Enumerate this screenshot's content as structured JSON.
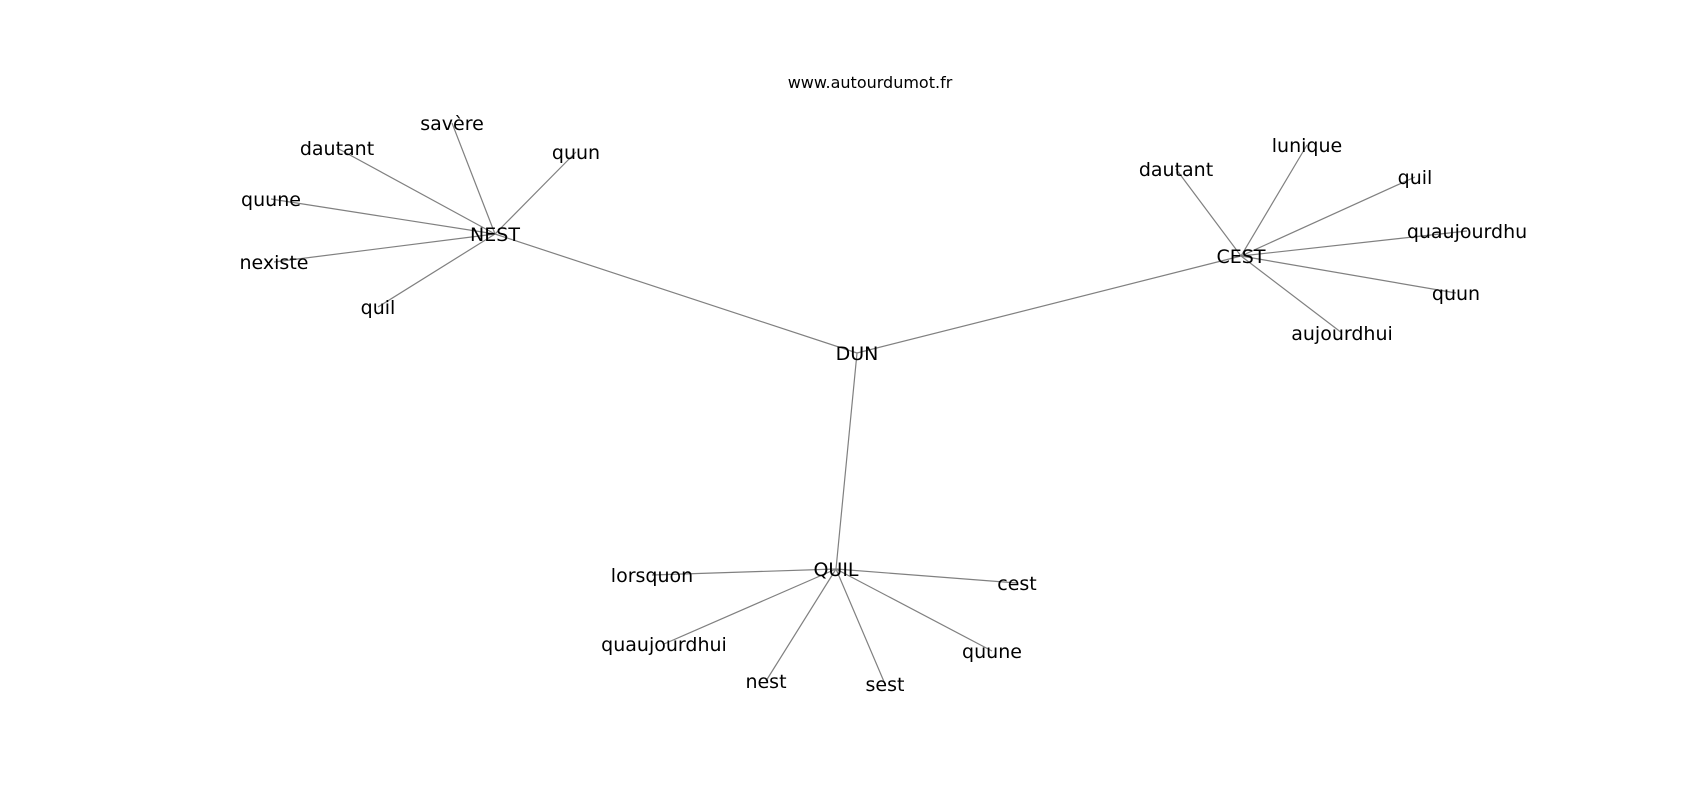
{
  "watermark": "www.autourdumot.fr",
  "graph": {
    "root": "DUN",
    "hubs": [
      {
        "label": "NEST",
        "leaves": [
          "savère",
          "dautant",
          "quun",
          "quune",
          "nexiste",
          "quil"
        ]
      },
      {
        "label": "CEST",
        "leaves": [
          "dautant",
          "lunique",
          "quil",
          "quaujourdhu",
          "quun",
          "aujourdhui"
        ]
      },
      {
        "label": "QUIL",
        "leaves": [
          "lorsquon",
          "cest",
          "quaujourdhui",
          "quune",
          "nest",
          "sest"
        ]
      }
    ]
  }
}
